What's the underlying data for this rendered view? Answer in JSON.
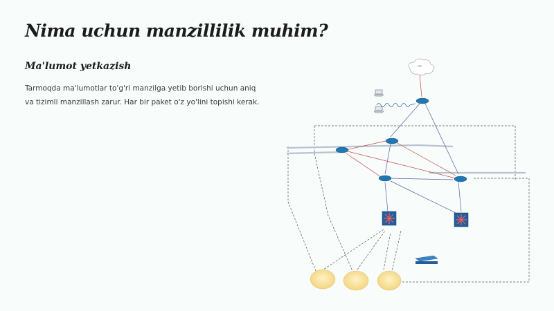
{
  "slide": {
    "title": "Nima uchun manzillilik muhim?",
    "subtitle": "Ma'lumot yetkazish",
    "body": "Tarmoqda ma'lumotlar to'g'ri manzilga yetib borishi uchun aniq va tizimli manzillash zarur. Har bir paket o'z yo'lini topishi kerak."
  },
  "diagram": {
    "colors": {
      "router": "#1f78b4",
      "switch": "#1f5f9e",
      "link_blue": "#5a5aa8",
      "link_red": "#c04848",
      "link_dashed": "#555555",
      "cloud": "#9a9a9a",
      "host_blob": "#f4dc8c"
    },
    "icons": [
      "cloud-icon",
      "router-icon",
      "layer3-switch-icon",
      "workgroup-switch-icon",
      "laptop-icon",
      "serial-link-icon"
    ]
  }
}
